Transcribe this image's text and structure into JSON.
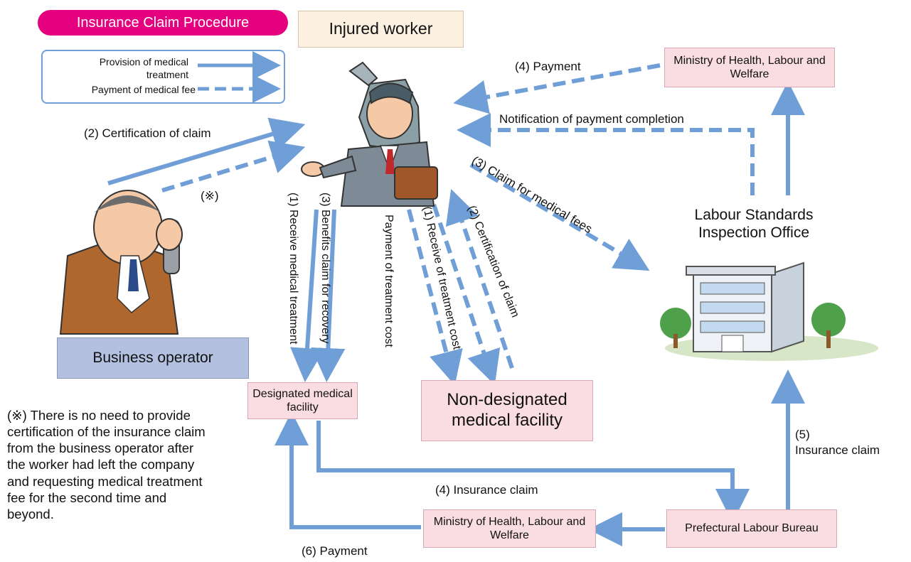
{
  "title": "Insurance Claim Procedure",
  "colors": {
    "arrow": "#6f9fd6",
    "title_bg": "#e4007f",
    "pink_box": "#f9dde3",
    "blue_box": "#b4c0e0",
    "injured_box": "#fcf0e0"
  },
  "legend": {
    "solid": "Provision of medical treatment",
    "dashed": "Payment of medical fee"
  },
  "nodes": {
    "injured_worker": "Injured worker",
    "ministry_top": "Ministry of Health, Labour and Welfare",
    "labour_office": "Labour Standards Inspection Office",
    "business_operator": "Business operator",
    "designated": "Designated medical facility",
    "non_designated": "Non-designated medical facility",
    "ministry_bottom": "Ministry of Health, Labour and Welfare",
    "prefectural": "Prefectural Labour Bureau"
  },
  "edges": {
    "payment_4_top": "(4) Payment",
    "notification": "Notification of payment completion",
    "cert_2": "(2) Certification of claim",
    "note_mark": "(※)",
    "claim_3_fees": "(3) Claim for medical fees",
    "receive_1": "(1) Receive medical treatment",
    "benefits_3": "(3) Benefits claim for recovery",
    "payment_treatment": "Payment of treatment cost",
    "receive_cost_1": "(1) Receive of treatment cost",
    "cert_2b": "(2) Certification of claim",
    "insurance_4": "(4) Insurance claim",
    "insurance_5_num": "(5)",
    "insurance_5": "Insurance claim",
    "payment_6": "(6) Payment"
  },
  "footnote": "(※) There is no need to provide certification of the insurance claim from the business operator after the worker had left the company and requesting medical treatment fee for the second time and beyond."
}
